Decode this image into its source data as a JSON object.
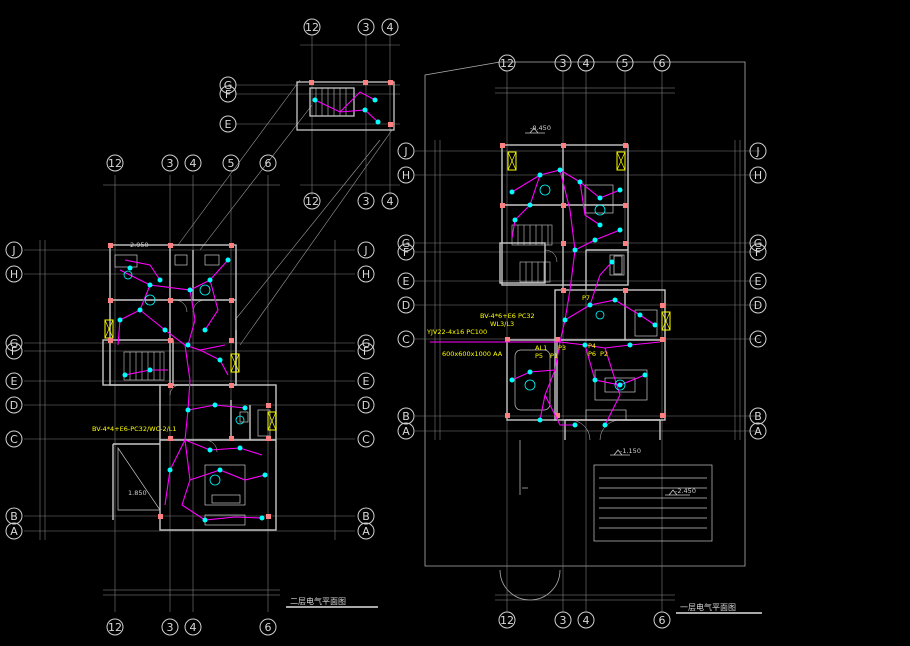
{
  "drawing": {
    "left_plan": {
      "col_labels": [
        "12",
        "3",
        "4",
        "5",
        "6"
      ],
      "bottom_col_labels": [
        "12",
        "3",
        "4",
        "6"
      ],
      "row_labels": [
        "J",
        "H",
        "G",
        "F",
        "E",
        "D",
        "C",
        "B",
        "A"
      ],
      "stair_col_labels": [
        "12",
        "3",
        "4"
      ],
      "stair_row_labels": [
        "G",
        "F",
        "E"
      ],
      "level_note": "2.950",
      "cable_note": "BV-4*4+E6-PC32/WC-2/L1",
      "level_lower": "1.850",
      "title": "二层电气平面图"
    },
    "right_plan": {
      "col_labels": [
        "12",
        "3",
        "4",
        "5",
        "6"
      ],
      "bottom_col_labels": [
        "12",
        "3",
        "4",
        "6"
      ],
      "row_labels": [
        "J",
        "H",
        "G",
        "F",
        "E",
        "D",
        "C",
        "B",
        "A"
      ],
      "level_top": "-0.450",
      "cable_note_1": "BV-4*6+E6 PC32",
      "cable_note_1b": "WL3/L3",
      "cable_note_2": "YJV22-4x16 PC100",
      "box_note": "600x600x1000 AA",
      "level_bottom": "-1.150",
      "level_garage": "-2.450",
      "panel_labels": [
        "AL1",
        "P5",
        "P1",
        "P3",
        "P4",
        "P6",
        "P2",
        "P7"
      ],
      "title": "一层电气平面图"
    }
  },
  "colors": {
    "background": "#000000",
    "wall": "#c8c8c8",
    "axis": "#8a8a8a",
    "wiring": "#ff00ff",
    "fixture": "#00ffff",
    "column": "#ff8080",
    "annotation": "#ffff00"
  }
}
